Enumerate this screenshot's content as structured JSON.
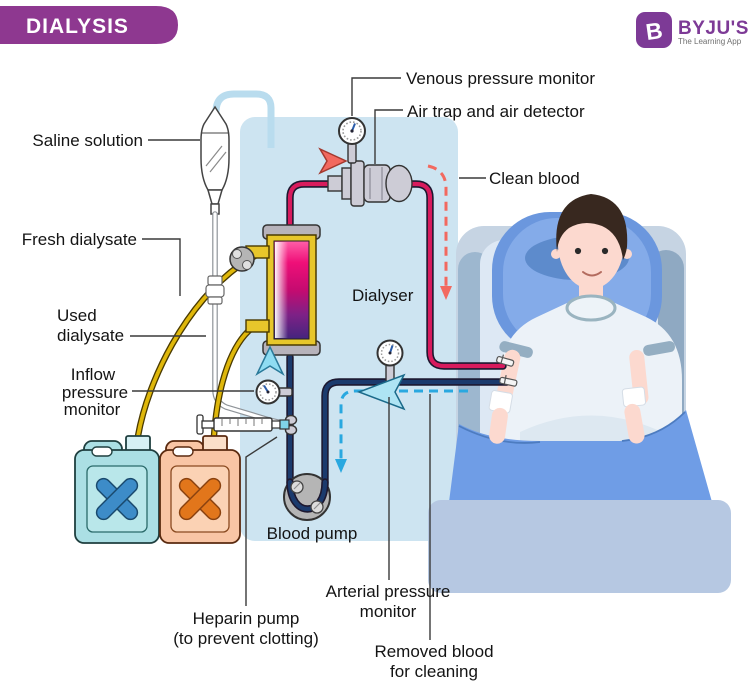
{
  "header": {
    "title": "DIALYSIS",
    "logo": {
      "mark": "B",
      "brand": "BYJU'S",
      "tagline": "The Learning App"
    }
  },
  "labels": {
    "saline": "Saline solution",
    "fresh_dialysate": "Fresh dialysate",
    "used_dialysate": {
      "lines": [
        "Used",
        "dialysate"
      ]
    },
    "inflow_monitor": {
      "lines": [
        "Inflow",
        "pressure",
        "monitor"
      ]
    },
    "venous_monitor": "Venous pressure monitor",
    "air_trap": "Air trap and air detector",
    "clean_blood": "Clean blood",
    "dialyser": "Dialyser",
    "blood_pump": "Blood pump",
    "heparin_pump": {
      "lines": [
        "Heparin pump",
        "(to prevent clotting)"
      ]
    },
    "arterial_monitor": {
      "lines": [
        "Arterial pressure",
        "monitor"
      ]
    },
    "removed_blood": {
      "lines": [
        "Removed blood",
        "for cleaning"
      ]
    }
  },
  "colors": {
    "banner": "#8e3890",
    "brand_purple": "#7d3a96",
    "machine_panel": "#cde4f1",
    "clean_blood_tube": "#d81b5d",
    "removed_blood_tube": "#1b3a6d",
    "dialysate_tube": "#dfb70a",
    "clean_blood_flow_dash": "#f2695f",
    "removed_blood_flow_dash": "#29a8e0",
    "fresh_dialysate_jug": "#abdfe4",
    "used_dialysate_jug": "#f9c5a5"
  }
}
